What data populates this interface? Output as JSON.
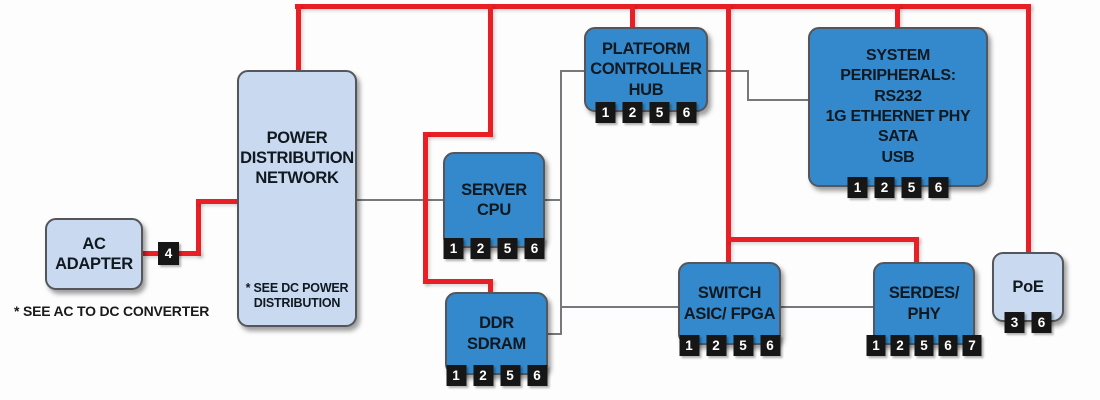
{
  "diagram": {
    "colors": {
      "power_line": "#e82026",
      "data_line": "#77787b",
      "block_dark_fill": "#3389cb",
      "block_light_fill": "#c9daf0",
      "block_border": "#54565b",
      "badge_bg": "#161616",
      "badge_text": "#ffffff"
    },
    "blocks": {
      "ac_adapter": {
        "label": "AC\nADAPTER",
        "badges": []
      },
      "pdn": {
        "label": "POWER\nDISTRIBUTION\nNETWORK",
        "note": "* SEE DC POWER\nDISTRIBUTION"
      },
      "server_cpu": {
        "label": "SERVER\nCPU",
        "badges": [
          "1",
          "2",
          "5",
          "6"
        ]
      },
      "ddr_sdram": {
        "label": "DDR\nSDRAM",
        "badges": [
          "1",
          "2",
          "5",
          "6"
        ]
      },
      "platform_controller_hub": {
        "label": "PLATFORM\nCONTROLLER\nHUB",
        "badges": [
          "1",
          "2",
          "5",
          "6"
        ]
      },
      "system_peripherals": {
        "label": "SYSTEM\nPERIPHERALS:\nRS232\n1G ETHERNET PHY\nSATA\nUSB",
        "badges": [
          "1",
          "2",
          "5",
          "6"
        ]
      },
      "switch_asic_fpga": {
        "label": "SWITCH\nASIC/ FPGA",
        "badges": [
          "1",
          "2",
          "5",
          "6"
        ]
      },
      "serdes_phy": {
        "label": "SERDES/\nPHY",
        "badges": [
          "1",
          "2",
          "5",
          "6",
          "7"
        ]
      },
      "poe": {
        "label": "PoE",
        "badges": [
          "3",
          "6"
        ]
      }
    },
    "line_badges": {
      "ac_to_pdn": "4"
    },
    "notes": {
      "ac_converter": "* SEE AC TO DC CONVERTER"
    }
  }
}
